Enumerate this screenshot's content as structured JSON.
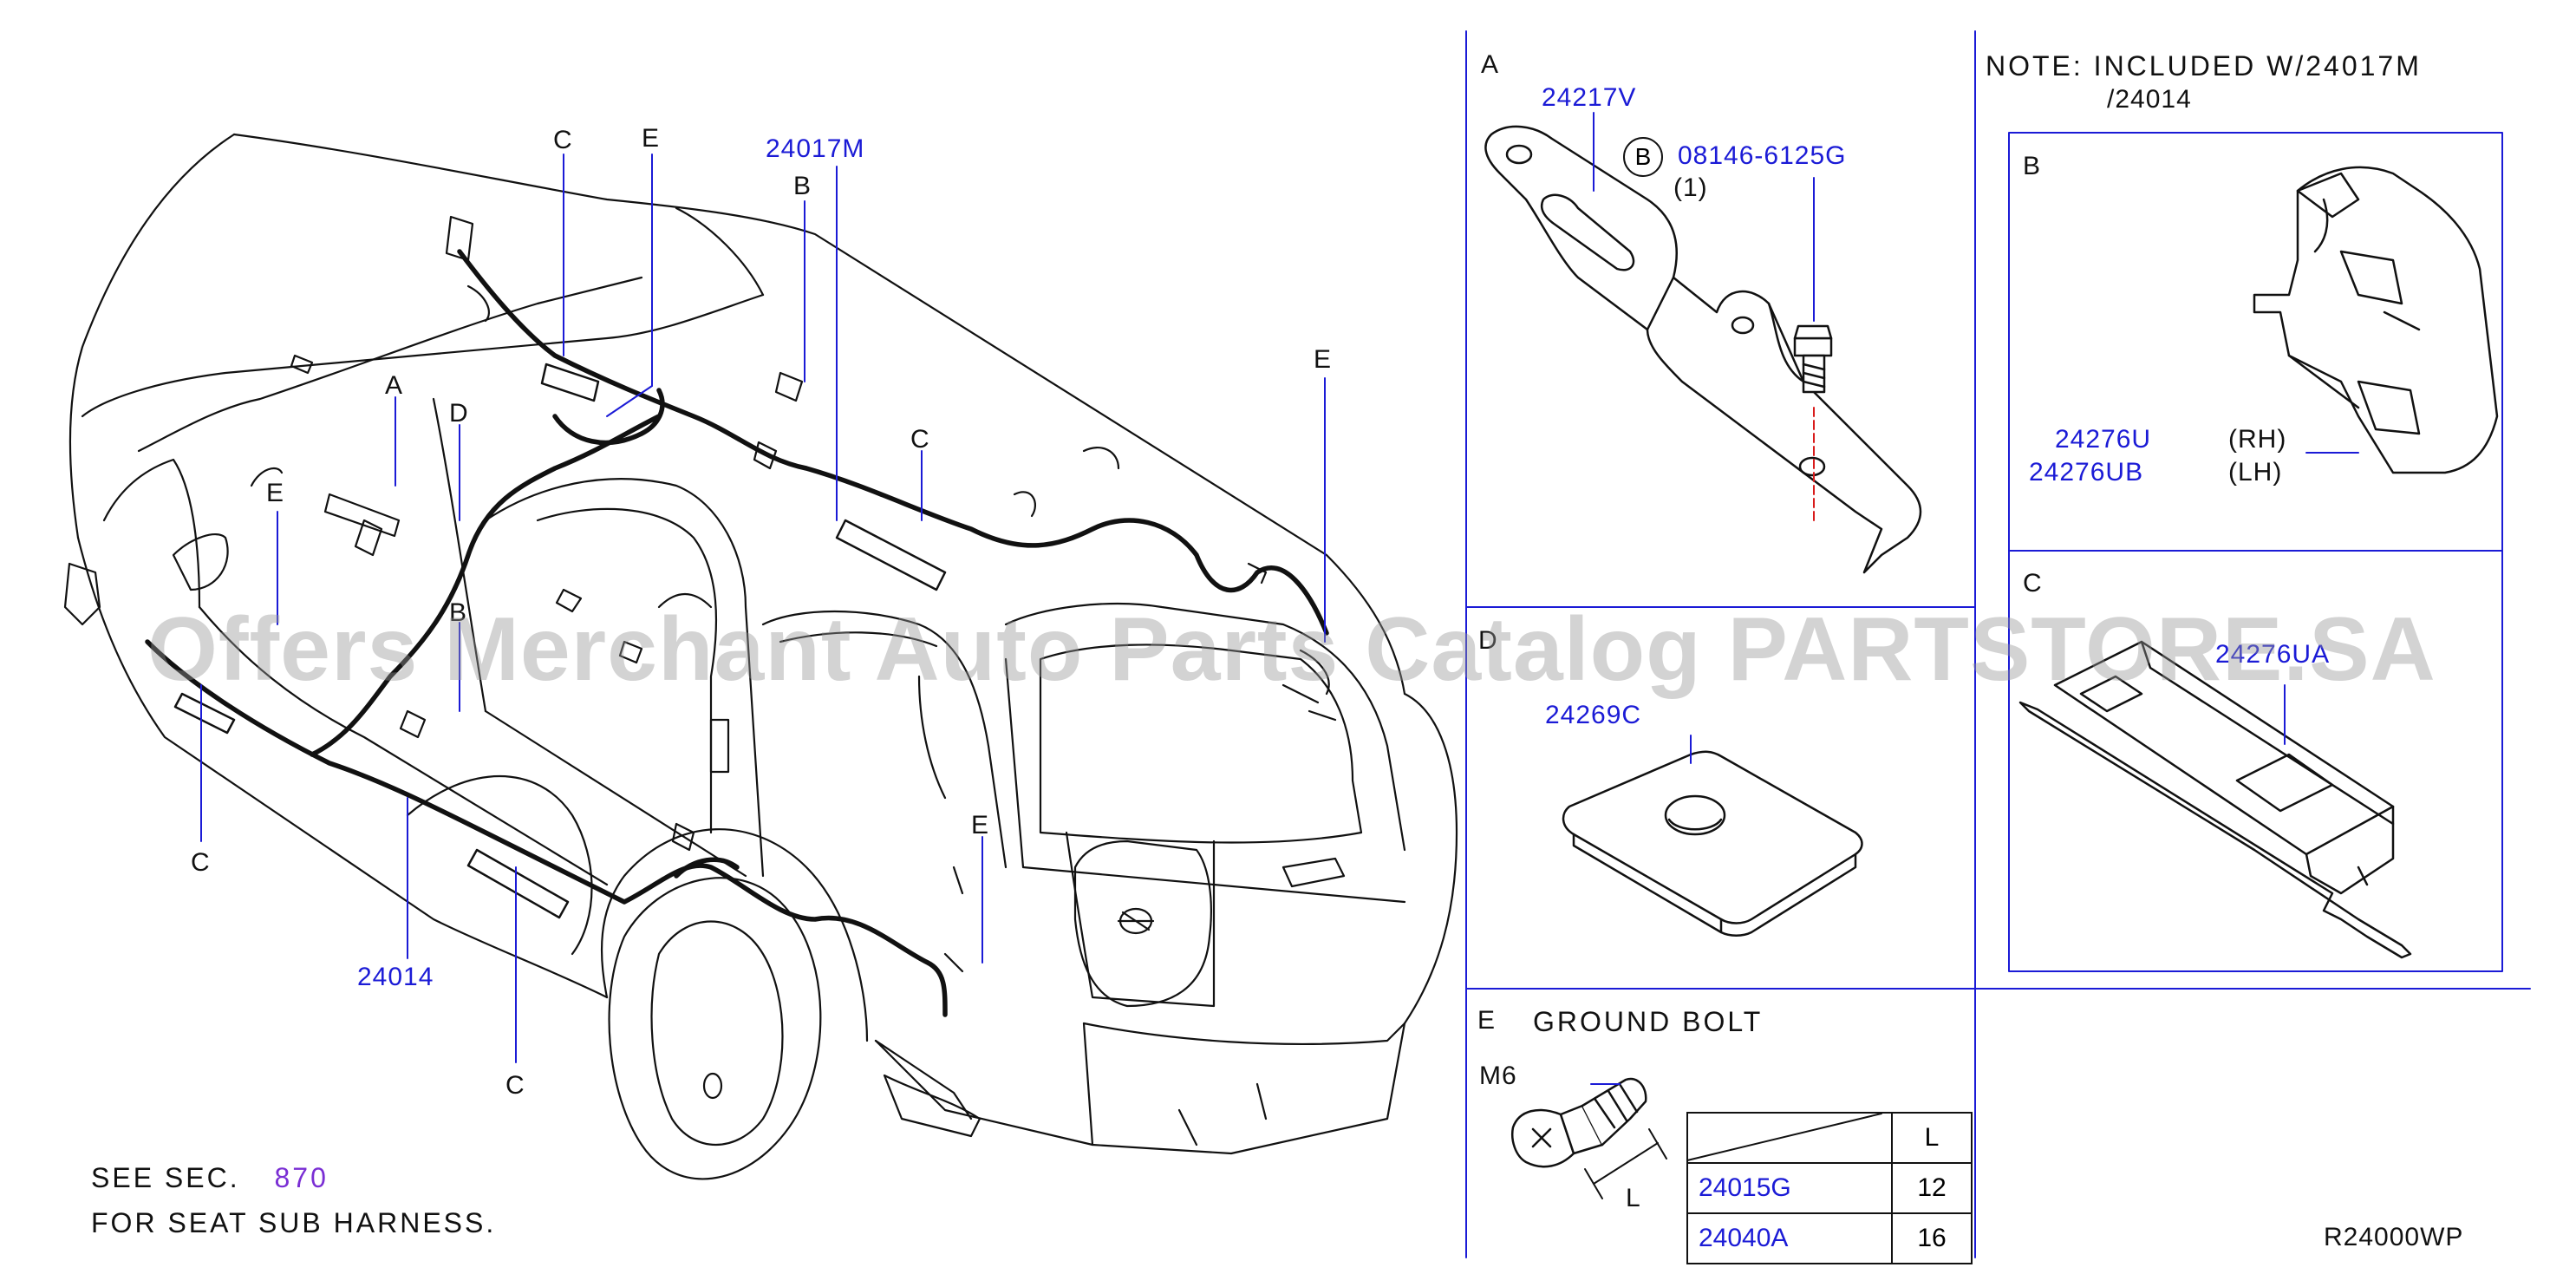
{
  "watermark": "Offers Merchant Auto Parts Catalog PARTSTORE.SA",
  "overview": {
    "callouts": {
      "c1": "C",
      "e1": "E",
      "part_main": "24017M",
      "b1": "B",
      "c2": "C",
      "e2": "E",
      "a": "A",
      "d": "D",
      "e3": "E",
      "b2": "B",
      "c3": "C",
      "part_body": "24014",
      "c4": "C",
      "e4": "E"
    },
    "note": {
      "line1_prefix": "SEE  SEC.",
      "section": "870",
      "line2": "FOR  SEAT  SUB  HARNESS."
    }
  },
  "panel_a": {
    "letter": "A",
    "part": "24217V",
    "bolt_marker": "B",
    "bolt_part": "08146-6125G",
    "bolt_qty": "(1)"
  },
  "panel_d": {
    "letter": "D",
    "part": "24269C"
  },
  "panel_e": {
    "letter": "E",
    "title": "GROUND  BOLT",
    "thread": "M6",
    "dim": "L",
    "table": {
      "header_l": "L",
      "rows": [
        {
          "part": "24015G",
          "l": "12"
        },
        {
          "part": "24040A",
          "l": "16"
        }
      ]
    }
  },
  "note_block": {
    "line1": "NOTE:  INCLUDED  W/24017M",
    "line2": "/24014"
  },
  "panel_b": {
    "letter": "B",
    "part_rh": "24276U",
    "rh": "(RH)",
    "part_lh": "24276UB",
    "lh": "(LH)"
  },
  "panel_c": {
    "letter": "C",
    "part": "24276UA"
  },
  "figure_code": "R24000WP"
}
